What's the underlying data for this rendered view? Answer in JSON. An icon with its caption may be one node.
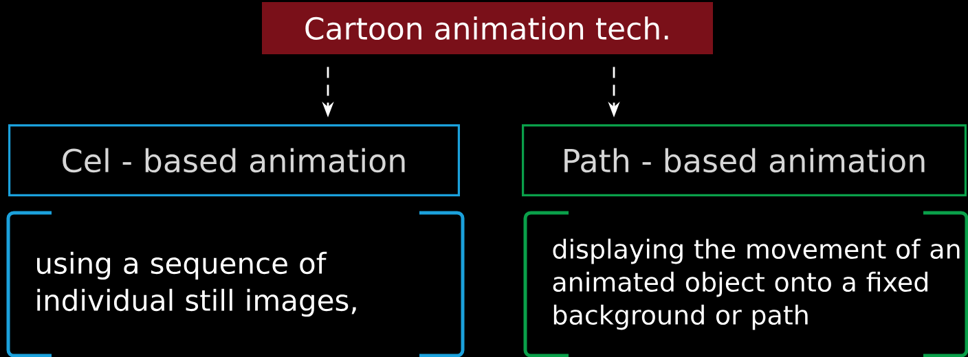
{
  "diagram": {
    "nodes": [
      {
        "text": [
          "Cartoon animation tech."
        ]
      },
      {
        "text": [
          "Cel - based animation"
        ]
      },
      {
        "text": [
          "Path - based animation"
        ]
      },
      {
        "text": [
          "using a sequence of individual still images,"
        ]
      },
      {
        "text": [
          "displaying the movement of an animated object onto a fixed background or path"
        ]
      }
    ],
    "edges": [
      {
        "from": 0,
        "to": 1,
        "arrow": "to",
        "style": "dashed"
      },
      {
        "from": 0,
        "to": 2,
        "arrow": "to",
        "style": "dashed"
      }
    ]
  }
}
